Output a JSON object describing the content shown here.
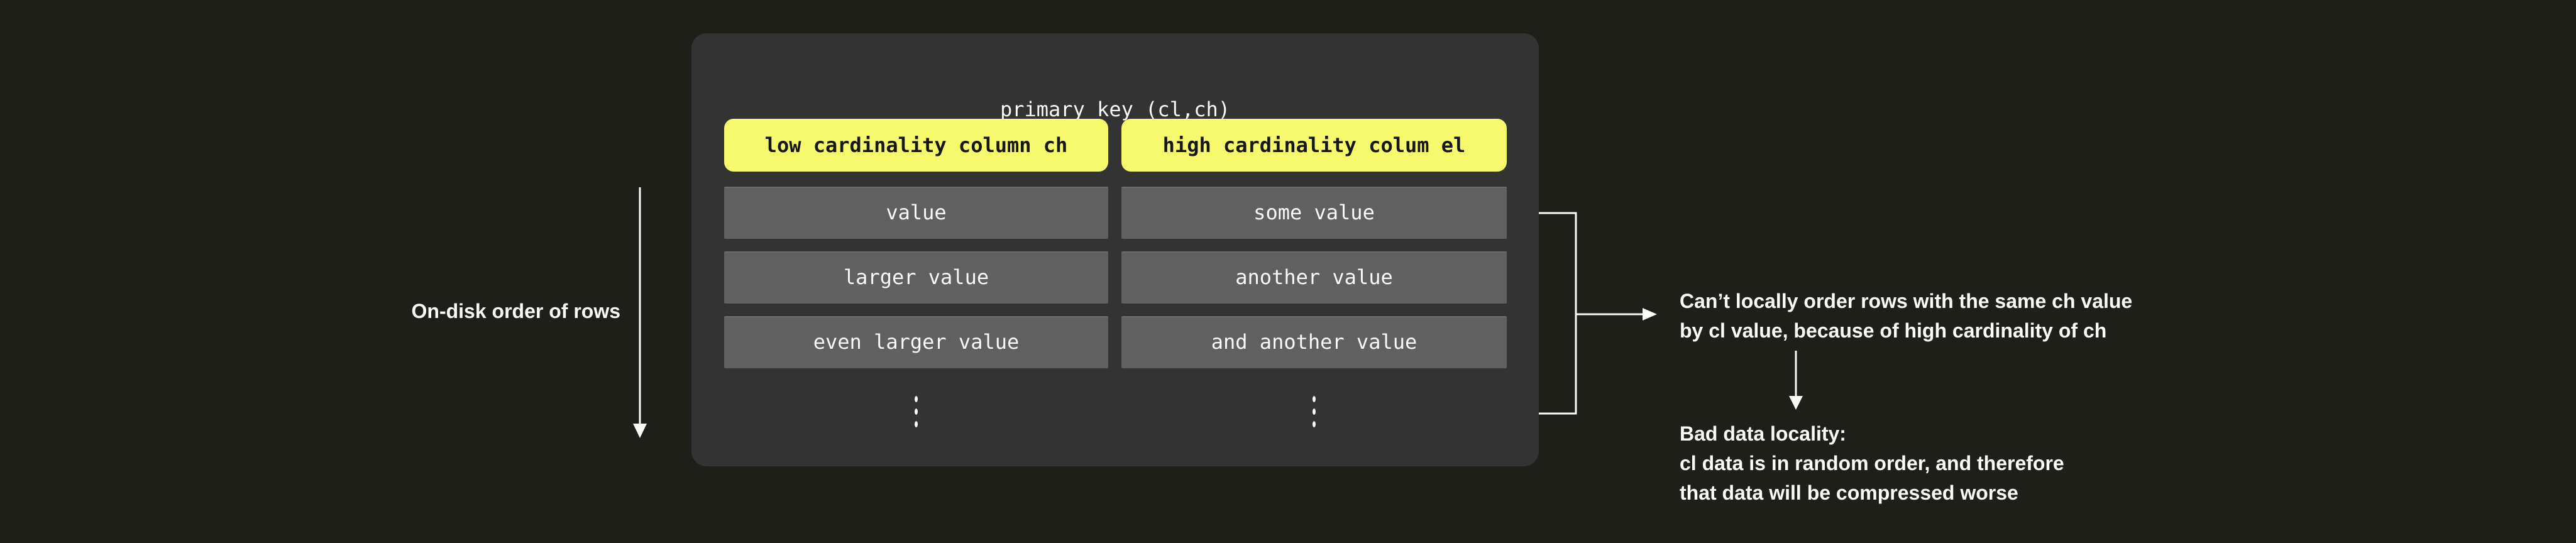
{
  "colors": {
    "background": "#1f1f1a",
    "panel": "#333333",
    "cell": "#606060",
    "highlight": "#f6f96b",
    "text_light": "#fafaf8",
    "text_dark": "#171717"
  },
  "panel": {
    "title": "primary key (cl,ch)",
    "columns": [
      {
        "header": "low cardinality column ch",
        "rows": [
          "value",
          "larger value",
          "even larger value"
        ]
      },
      {
        "header": "high cardinality colum el",
        "rows": [
          "some value",
          "another value",
          "and another value"
        ]
      }
    ]
  },
  "annotations": {
    "on_disk_order": "On-disk order of rows",
    "cant_order_line1": "Can’t locally order rows with the same ch value",
    "cant_order_line2": "by cl value, because of high cardinality of ch",
    "bad_locality_line1": "Bad data locality:",
    "bad_locality_line2": "cl data is in random order, and therefore",
    "bad_locality_line3": "that data will be compressed worse"
  }
}
